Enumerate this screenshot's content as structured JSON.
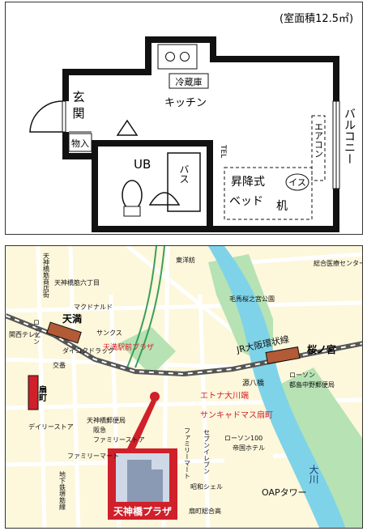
{
  "floorplan": {
    "area": "(室面積12.5㎡)",
    "genkan": [
      "玄",
      "関"
    ],
    "monoire": "物入",
    "reizoko": "冷蔵庫",
    "kitchen": "キッチン",
    "ub": "UB",
    "bath": "バス",
    "tel": "TEL",
    "aircon": "エアコン",
    "balcony": "バルコニー",
    "bed": [
      "昇降式",
      "ベッド"
    ],
    "isu": "イス",
    "tsukue": "机"
  },
  "map": {
    "building": "天神橋プラザ",
    "stations": [
      "天満",
      "扇町",
      "桜ノ宮"
    ],
    "railway": "JR大阪環状線",
    "river": "大川",
    "bridge": "源八橋",
    "red_labels": [
      "天満駅前プラザ",
      "エトナ大川端",
      "サンキャドマス扇町"
    ],
    "labels": {
      "tenjinbashisuji_6": "天神橋筋六丁目",
      "tenjinbashisuji_shotengai": "天神橋筋商店街",
      "mcdonalds": "マクドナルド",
      "sunkus": "サンクス",
      "lawson_left": "ローソン",
      "daiko": "ダイコクドラック",
      "kansai_tv": "関西テレビ",
      "kosaten": "交番",
      "daily": "デイリーストア",
      "tenjinbashi_post": "天神橋郵便局",
      "hankyu": "阪急",
      "family1": "ファミリーストア",
      "family2": "ファミリーマート",
      "family3": "ファミリーマート",
      "seven": "セブンイレブン",
      "lawson100": "ローソン100",
      "teikoku": "帝国ホテル",
      "lawson_right": "ローソン",
      "miyakojima_post": "都島中野郵便局",
      "kemasakura": "毛馬桜之宮公園",
      "tozai": "東洋紡",
      "general_hospital": "総合医療センター",
      "subway": "地下鉄堺筋線",
      "showa_shell": "昭和シェル",
      "ogimachi_sogo": "扇町総合高",
      "oap": "OAPタワー"
    },
    "colors": {
      "road": "#ffffff",
      "river": "#7fd3e8",
      "park": "#b6e2b4",
      "rail": "#555555",
      "station": "#b35a36",
      "red": "#d0202a"
    }
  }
}
